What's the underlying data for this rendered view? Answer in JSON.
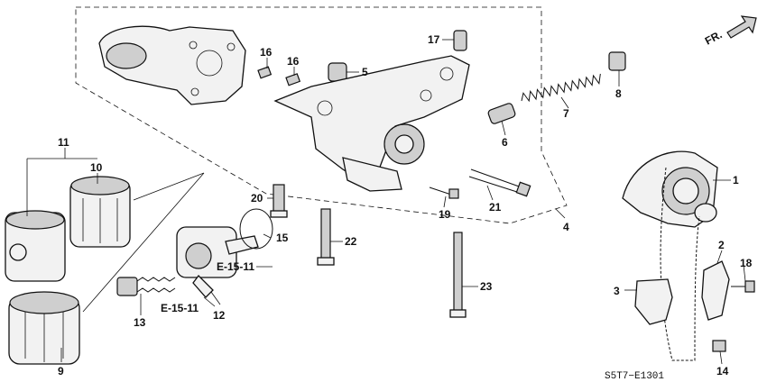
{
  "direction_marker": "FR.",
  "diagram_code": "S5T7−E1301",
  "callouts": [
    {
      "id": "c1",
      "text": "1"
    },
    {
      "id": "c2",
      "text": "2"
    },
    {
      "id": "c3",
      "text": "3"
    },
    {
      "id": "c4",
      "text": "4"
    },
    {
      "id": "c5",
      "text": "5"
    },
    {
      "id": "c6",
      "text": "6"
    },
    {
      "id": "c7",
      "text": "7"
    },
    {
      "id": "c8",
      "text": "8"
    },
    {
      "id": "c9",
      "text": "9"
    },
    {
      "id": "c10",
      "text": "10"
    },
    {
      "id": "c11",
      "text": "11"
    },
    {
      "id": "c12",
      "text": "12"
    },
    {
      "id": "c13",
      "text": "13"
    },
    {
      "id": "c14",
      "text": "14"
    },
    {
      "id": "c15",
      "text": "15"
    },
    {
      "id": "c16a",
      "text": "16"
    },
    {
      "id": "c16b",
      "text": "16"
    },
    {
      "id": "c17",
      "text": "17"
    },
    {
      "id": "c18",
      "text": "18"
    },
    {
      "id": "c19",
      "text": "19"
    },
    {
      "id": "c20",
      "text": "20"
    },
    {
      "id": "c21",
      "text": "21"
    },
    {
      "id": "c22",
      "text": "22"
    },
    {
      "id": "c23",
      "text": "23"
    }
  ],
  "references": [
    {
      "id": "r1",
      "text": "E-15-11"
    },
    {
      "id": "r2",
      "text": "E-15-11"
    }
  ]
}
